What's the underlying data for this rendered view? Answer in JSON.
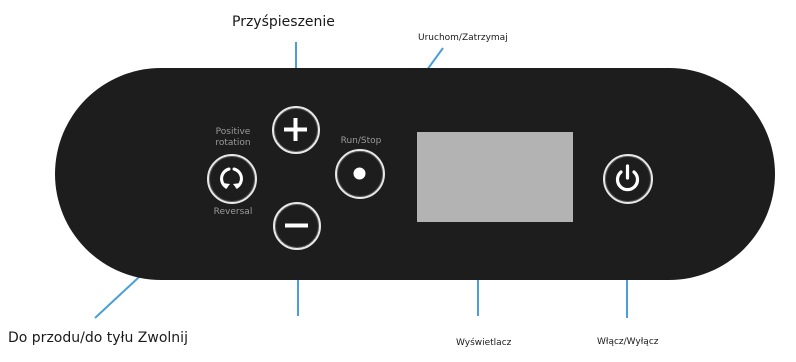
{
  "panel": {
    "labels": {
      "positive_rotation": "Positive\nrotation",
      "reversal": "Reversal",
      "run_stop": "Run/Stop"
    },
    "display_color": "#b3b3b3",
    "panel_color": "#1d1d1d",
    "leader_color": "#4a9fd8"
  },
  "callouts": {
    "accelerate": "Przyśpieszenie",
    "start_stop": "Uruchom/Zatrzymaj",
    "direction_slow": "Do przodu/do tyłu Zwolnij",
    "display": "Wyświetlacz",
    "power": "Włącz/Wyłącz"
  },
  "icons": {
    "plus": "plus-icon",
    "minus": "minus-icon",
    "rotation": "rotation-arrows-icon",
    "run_stop": "dot-icon",
    "power": "power-icon"
  }
}
